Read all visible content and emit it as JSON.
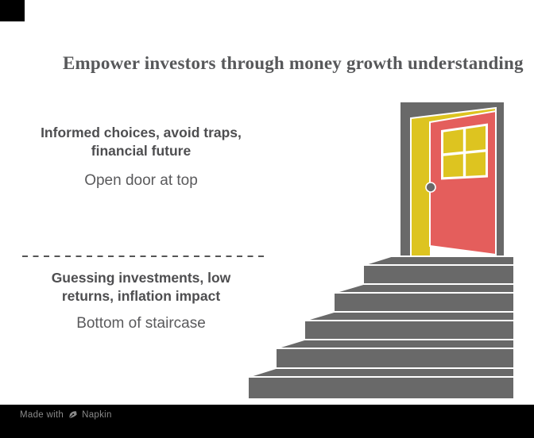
{
  "title": "Empower investors through money growth understanding",
  "top_section": {
    "heading_line1": "Informed choices, avoid traps,",
    "heading_line2": "financial future",
    "caption": "Open door at top"
  },
  "bottom_section": {
    "heading_line1": "Guessing investments, low",
    "heading_line2": "returns, inflation impact",
    "caption": "Bottom of staircase"
  },
  "illustration": {
    "name": "open-door-at-top-of-staircase",
    "parts": [
      "staircase",
      "door-frame",
      "doorway-opening",
      "open-door-panel",
      "four-pane-window",
      "doorknob"
    ]
  },
  "watermark": {
    "prefix": "Made with",
    "brand": "Napkin",
    "icon": "pen-nib-icon"
  },
  "colors": {
    "background": "#ffffff",
    "ink_gray": "#696969",
    "yellow": "#ddc420",
    "red": "#e45e5c",
    "title_text": "#57585a",
    "heading_text": "#4e4e50",
    "body_text": "#5a5a5c",
    "divider": "#555555",
    "watermark_text": "#8a8a8a",
    "corner_block": "#000000",
    "footer_bar": "#000000"
  }
}
